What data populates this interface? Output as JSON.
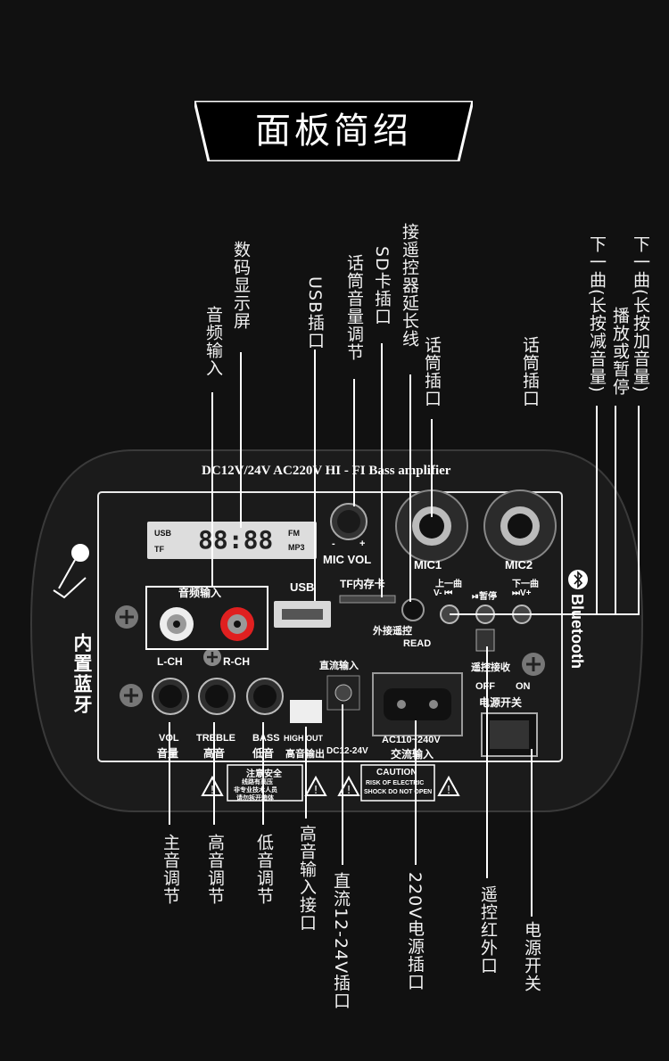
{
  "title": "面板简绍",
  "top_labels": {
    "audio_input": "音频输入",
    "digital_display": "数码显示屏",
    "usb_port": "USB插口",
    "mic_volume": "话筒音量调节",
    "sd_port": "SD卡插口",
    "remote_ext": "接遥控器延长线",
    "mic_jack_1": "话筒插口",
    "mic_jack_2": "话筒插口",
    "play_pause": "播放或暂停",
    "prev_track": "下一曲(长按减音量)",
    "next_track": "下一曲(长按加音量)"
  },
  "bottom_labels": {
    "master_volume": "主音调节",
    "treble": "高音调节",
    "bass": "低音调节",
    "high_input": "高音输入接口",
    "dc_port": "直流12-24V插口",
    "ac_port": "220V电源插口",
    "ir_receiver": "遥控红外口",
    "power_switch": "电源开关"
  },
  "panel": {
    "header": "DC12V/24V AC220V HI - FI Bass amplifier",
    "display_digits": "88:88",
    "display_usb": "USB",
    "display_tf": "TF",
    "display_fm": "FM",
    "display_mp3": "MP3",
    "mic_vol": "MIC VOL",
    "mic_vol_minus": "-",
    "mic_vol_plus": "+",
    "mic1": "MIC1",
    "mic2": "MIC2",
    "audio_in": "音频输入",
    "lch": "L-CH",
    "rch": "R-CH",
    "usb": "USB",
    "tf_card": "TF内存卡",
    "ext_remote": "外接遥控",
    "read": "READ",
    "prev_cn": "上一曲",
    "prev_sym": "V- ⏮",
    "play_sym": "⏯暂停",
    "next_cn": "下一曲",
    "next_sym": "⏭V+",
    "ir_recv": "遥控接收",
    "dc_in": "直流输入",
    "off": "OFF",
    "on": "ON",
    "power_cn": "电源开关",
    "vol_label": "VOL",
    "vol_cn": "音量",
    "treble_label": "TREBLE",
    "treble_cn": "高音",
    "bass_label": "BASS",
    "bass_cn": "低音",
    "high_out": "HIGH OUT",
    "high_out_cn": "高音输出",
    "dc_label": "DC12-24V",
    "ac_label": "AC110~240V",
    "ac_cn": "交流输入",
    "builtin_bt": "内置蓝牙",
    "bluetooth": "Bluetooth",
    "notice_title": "注意安全",
    "notice_1": "线路有高压",
    "notice_2": "非专业技术人员",
    "notice_3": "请勿拆开箱体",
    "caution_title": "CAUTION",
    "caution_1": "RISK OF ELECTRIC",
    "caution_2": "SHOCK DO NOT OPEN"
  }
}
